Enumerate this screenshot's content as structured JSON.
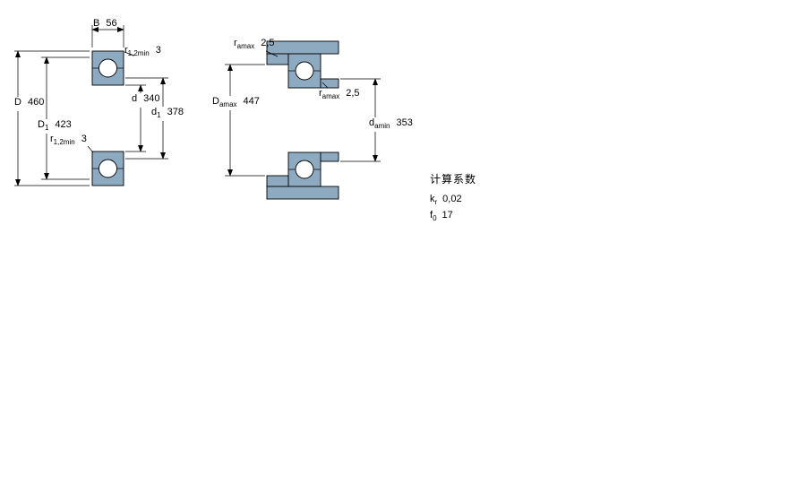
{
  "drawing": {
    "bearing_fill": "#8EAAC0",
    "line_color": "#000000"
  },
  "left_view": {
    "dims": {
      "B": {
        "sym": "B",
        "sub": "",
        "val": "56"
      },
      "r12_top": {
        "sym": "r",
        "sub": "1,2min",
        "val": "3"
      },
      "D": {
        "sym": "D",
        "sub": "",
        "val": "460"
      },
      "D1": {
        "sym": "D",
        "sub": "1",
        "val": "423"
      },
      "d": {
        "sym": "d",
        "sub": "",
        "val": "340"
      },
      "d1": {
        "sym": "d",
        "sub": "1",
        "val": "378"
      },
      "r12_bot": {
        "sym": "r",
        "sub": "1,2min",
        "val": "3"
      }
    }
  },
  "right_view": {
    "dims": {
      "ra_top": {
        "sym": "r",
        "sub": "amax",
        "val": "2,5"
      },
      "Da": {
        "sym": "D",
        "sub": "amax",
        "val": "447"
      },
      "ra_mid": {
        "sym": "r",
        "sub": "amax",
        "val": "2,5"
      },
      "da": {
        "sym": "d",
        "sub": "amin",
        "val": "353"
      }
    }
  },
  "factors": {
    "title": "计算系数",
    "items": [
      {
        "sym": "k",
        "sub": "r",
        "val": "0,02"
      },
      {
        "sym": "f",
        "sub": "0",
        "val": "17"
      }
    ]
  }
}
